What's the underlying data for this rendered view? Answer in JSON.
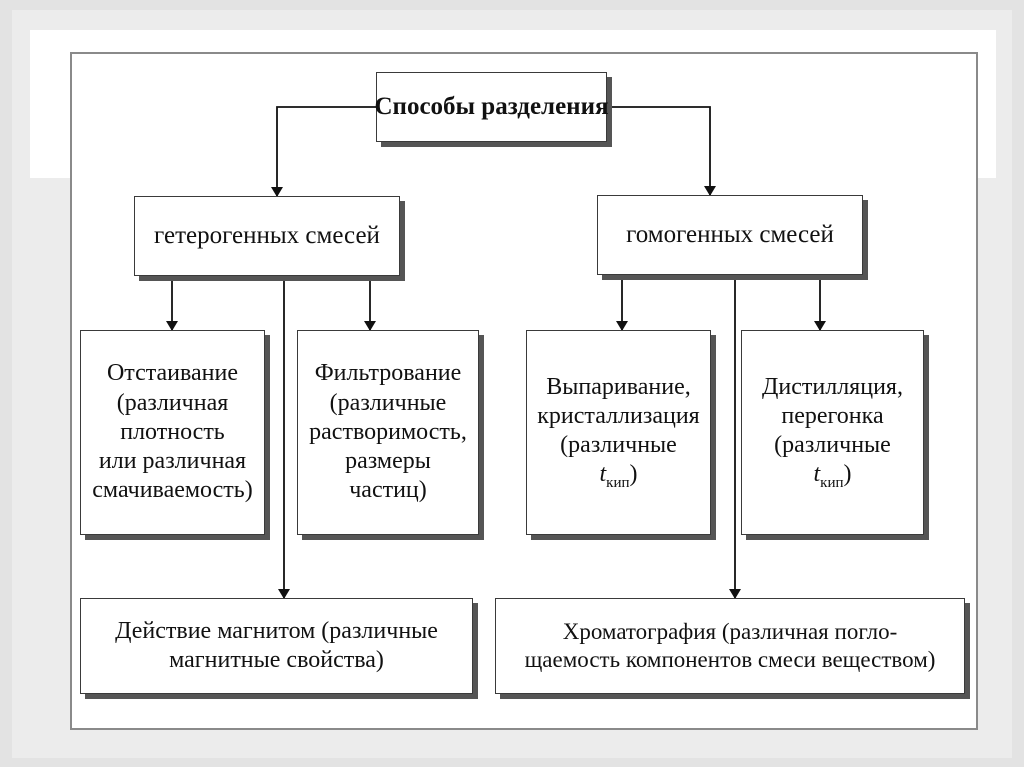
{
  "diagram": {
    "root": "Способы разделения",
    "branches": [
      {
        "label": "гетерогенных смесей",
        "methods": [
          {
            "lines": [
              "Отстаивание",
              "(различная",
              "плотность",
              "или различная",
              "смачиваемость)"
            ]
          },
          {
            "lines": [
              "Фильтрование",
              "(различные",
              "растворимость,",
              "размеры",
              "частиц)"
            ]
          }
        ],
        "extra": {
          "lines": [
            "Действие магнитом (различные",
            "магнитные свойства)"
          ]
        }
      },
      {
        "label": "гомогенных смесей",
        "methods": [
          {
            "lines": [
              "Выпаривание,",
              "кристаллизация",
              "(различные"
            ],
            "tb": {
              "t": "t",
              "sub": "кип",
              "close": ")"
            }
          },
          {
            "lines": [
              "Дистилляция,",
              "перегонка",
              "(различные"
            ],
            "tb": {
              "t": "t",
              "sub": "кип",
              "close": ")"
            }
          }
        ],
        "extra": {
          "lines": [
            "Хроматография (различная погло-",
            "щаемость компонентов смеси веществом)"
          ]
        }
      }
    ]
  }
}
